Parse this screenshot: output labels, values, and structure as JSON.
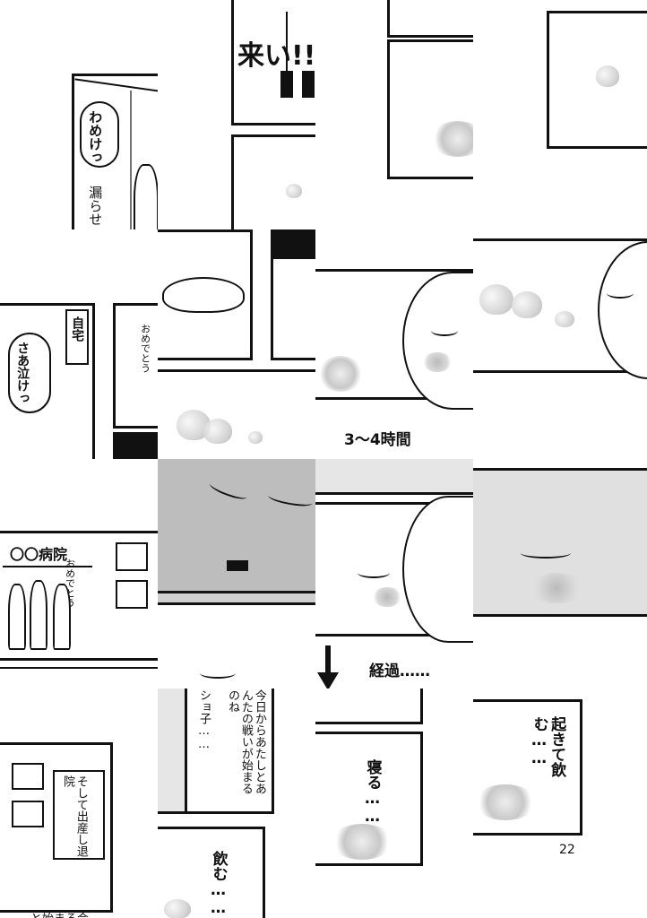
{
  "page": {
    "number": "22"
  },
  "texts": {
    "come": "来い!!",
    "wameke": "わめけっ",
    "morase": "漏らせ",
    "jitaku": "自宅",
    "sanake": "さあ泣けっ",
    "omedetou1": "おめでとう",
    "omedetou2": "おめでとう",
    "hospital": "〇〇病院",
    "hours": "3〜4時間",
    "keika": "経過……",
    "keika_dots": "：",
    "taiin": "そして出産し退院",
    "kyou": "今日からあたしとあんたの戦いが始まるのね",
    "shoko": "ショ子……",
    "neru": "寝る……",
    "nomu": "飲む……",
    "okite_nomu": "起きて飲む……",
    "bottom_partial": "と始まる会"
  },
  "icons": {
    "arrow": "down-arrow-icon"
  },
  "colors": {
    "ink": "#111111",
    "screentone": "#cfcfcf",
    "paper": "#ffffff"
  }
}
